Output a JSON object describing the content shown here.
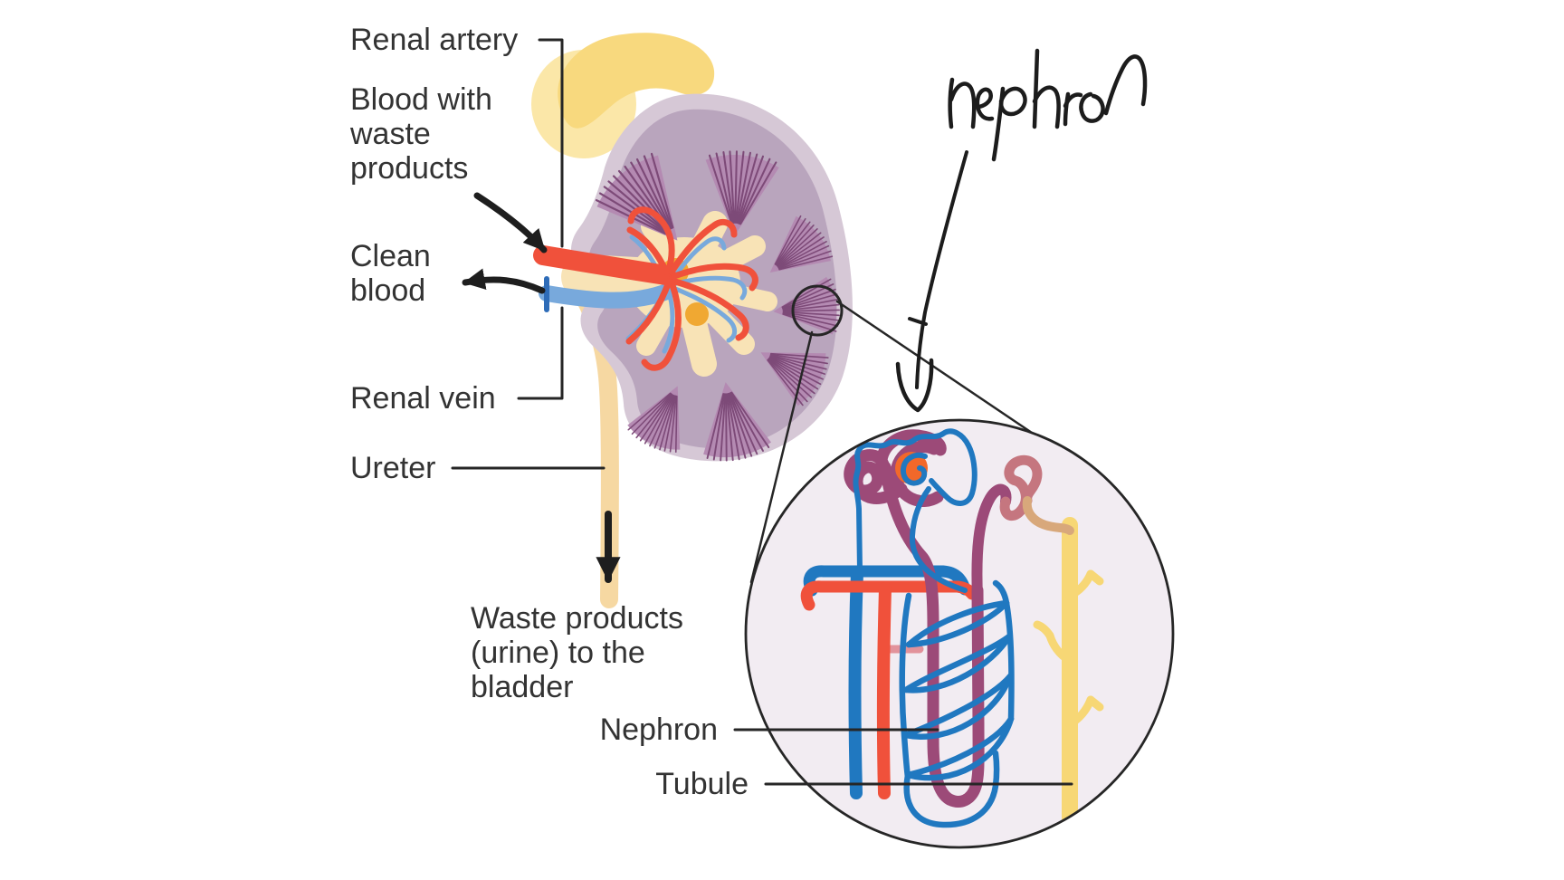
{
  "diagram": {
    "labels": {
      "renal_artery": "Renal artery",
      "blood_with_waste_lines": [
        "Blood with",
        "waste",
        "products"
      ],
      "clean_blood_lines": [
        "Clean",
        "blood"
      ],
      "renal_vein": "Renal vein",
      "ureter": "Ureter",
      "waste_products_lines": [
        "Waste products",
        "(urine) to the",
        "bladder"
      ],
      "nephron": "Nephron",
      "tubule": "Tubule",
      "handwritten_annotation": "Nephron"
    },
    "colors": {
      "ink": "#262626",
      "text": "#333333",
      "arrow_black": "#1e1e1e",
      "artery_red": "#f0513b",
      "vein_blue": "#78a9dc",
      "vein_dark": "#2e6cb8",
      "capillary_blue": "#2078c0",
      "tubule_purple": "#9c4a78",
      "distal_salmon": "#c5767f",
      "connecting_tan": "#d8a87b",
      "duct_yellow": "#f7d775",
      "glomerulus_orange": "#f2682a",
      "pelvis_cream": "#f8e3b6",
      "cortex_mauve": "#b9a5bd",
      "capsule_light": "#d6c8d6",
      "pyramid_fill": "#b48ab2",
      "pyramid_stripe": "#7d4a78",
      "adrenal_yellow": "#f8d97e",
      "adrenal_light": "#fbe7a8",
      "ureter_tan": "#f6d8a2",
      "circle_bg": "#f2ecf2",
      "dot_orange": "#f0a832",
      "pink_stub": "#e2929b",
      "handwriting_ink": "#1c1c1c"
    }
  }
}
